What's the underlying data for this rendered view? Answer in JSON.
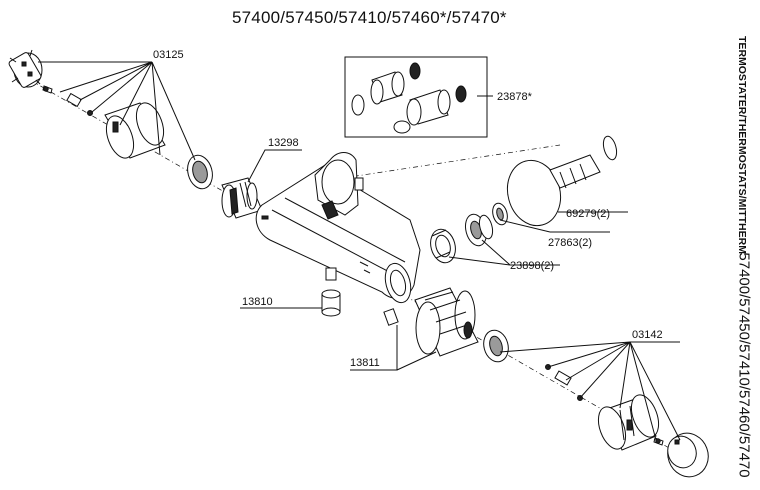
{
  "header": {
    "title": "57400/57450/57410/57460*/57470*"
  },
  "side": {
    "category": "TERMOSTATER/THERMOSTATS/MITTHERM",
    "models": "57400/57450/57410/57460/57470"
  },
  "parts": {
    "p03125": "03125",
    "p23878": "23878*",
    "p13298": "13298",
    "p69279": "69279(2)",
    "p27863": "27863(2)",
    "p23898": "23898(2)",
    "p13810": "13810",
    "p13811": "13811",
    "p03142": "03142"
  },
  "colors": {
    "line": "#111111",
    "fill": "#ffffff",
    "shade": "#9a9a9a",
    "dark": "#222222"
  }
}
